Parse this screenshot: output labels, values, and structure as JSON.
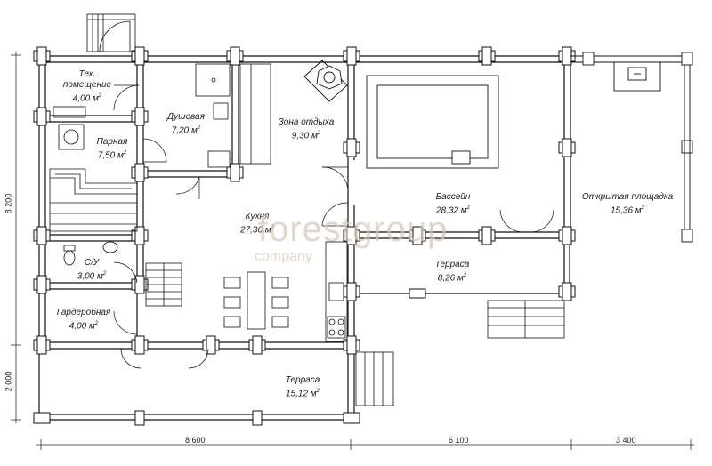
{
  "rooms": [
    {
      "id": "tech",
      "name": "Тех.\nпомещение",
      "area": "4,00 м",
      "sup": "2"
    },
    {
      "id": "shower",
      "name": "Душевая",
      "area": "7,20 м",
      "sup": "2"
    },
    {
      "id": "rest",
      "name": "Зона отдыха",
      "area": "9,30 м",
      "sup": "2"
    },
    {
      "id": "steam",
      "name": "Парная",
      "area": "7,50 м",
      "sup": "2"
    },
    {
      "id": "kitchen",
      "name": "Кухня",
      "area": "27,36 м",
      "sup": "2"
    },
    {
      "id": "pool",
      "name": "Бассейн",
      "area": "28,32 м",
      "sup": "2"
    },
    {
      "id": "openarea",
      "name": "Открытая площадка",
      "area": "15,36 м",
      "sup": "2"
    },
    {
      "id": "wc",
      "name": "С/У",
      "area": "3,00 м",
      "sup": "2"
    },
    {
      "id": "terrace1",
      "name": "Терраса",
      "area": "8,26 м",
      "sup": "2"
    },
    {
      "id": "wardrobe",
      "name": "Гардеробная",
      "area": "4,00 м",
      "sup": "2"
    },
    {
      "id": "terrace2",
      "name": "Терраса",
      "area": "15,12 м",
      "sup": "2"
    }
  ],
  "dimensions": {
    "bottom": [
      "8 600",
      "6 100",
      "3 400"
    ],
    "left": [
      "8 200",
      "2 000"
    ]
  },
  "watermark": {
    "main": "forestgroup",
    "sub": "company"
  }
}
